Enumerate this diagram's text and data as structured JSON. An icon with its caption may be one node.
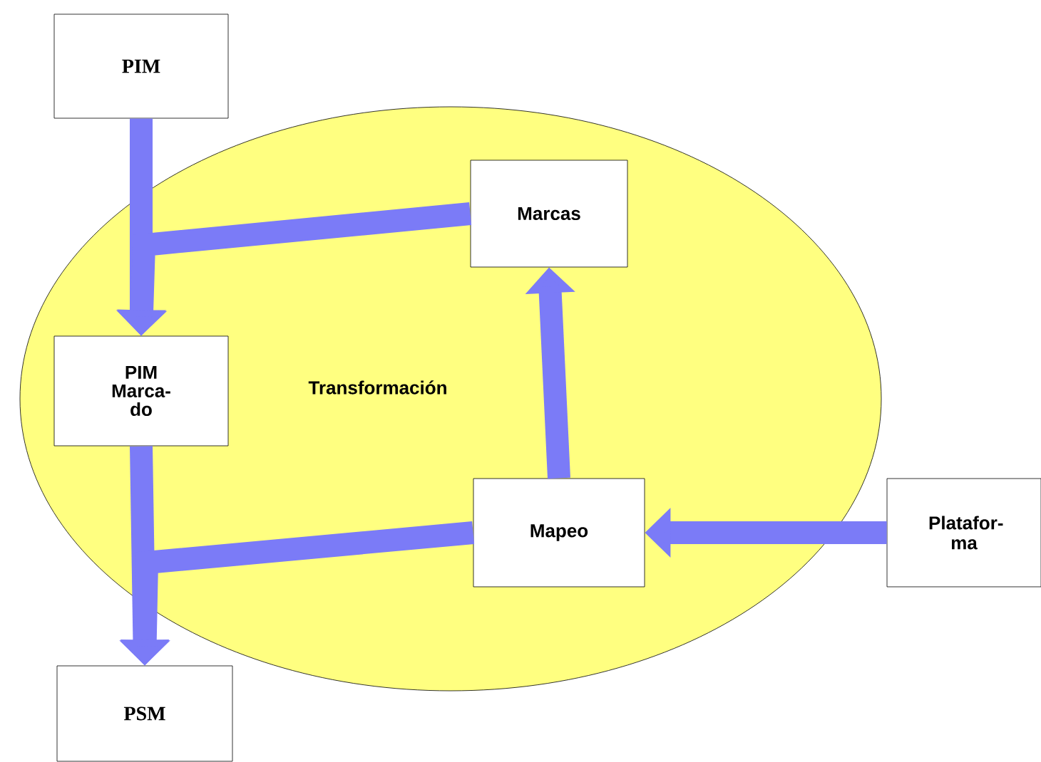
{
  "diagram": {
    "nodes": [
      {
        "text": [
          "Transformación"
        ]
      },
      {
        "text": [
          "PIM"
        ]
      },
      {
        "text": [
          "Marcas"
        ],
        "in": 0
      },
      {
        "text": [
          "PIM Marca- do"
        ],
        "in": 0
      },
      {
        "text": [
          "Mapeo"
        ],
        "in": 0
      },
      {
        "text": [
          "Platafor- ma"
        ]
      },
      {
        "text": [
          "PSM"
        ]
      }
    ],
    "edges": [
      {
        "from": 1,
        "to": 3,
        "arrow": "to"
      },
      {
        "from": 2,
        "to": 3,
        "arrow": "to"
      },
      {
        "from": 3,
        "to": 6,
        "arrow": "to"
      },
      {
        "from": 4,
        "to": 6,
        "arrow": "to"
      },
      {
        "from": 4,
        "to": 2,
        "arrow": "to"
      },
      {
        "from": 5,
        "to": 4,
        "arrow": "to"
      }
    ]
  }
}
